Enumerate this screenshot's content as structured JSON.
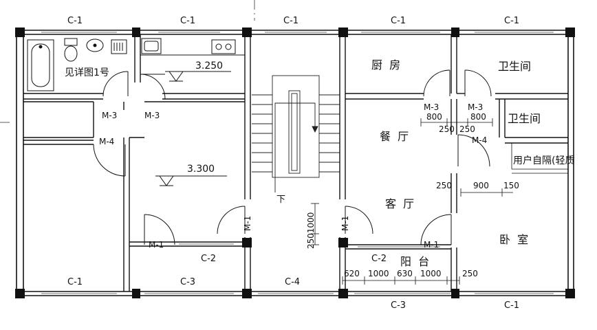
{
  "windows": {
    "top": [
      "C-1",
      "C-1",
      "C-1",
      "C-1",
      "C-1"
    ],
    "bottom": [
      "C-1",
      "C-3",
      "C-4",
      "C-3",
      "C-1"
    ],
    "inner": [
      "C-2",
      "C-2"
    ]
  },
  "doors": {
    "m3": [
      "M-3",
      "M-3",
      "M-3",
      "M-3"
    ],
    "m4": [
      "M-4",
      "M-4"
    ],
    "m1_side": [
      "M-1",
      "M-1"
    ],
    "m1": [
      "M-1",
      "M-1"
    ]
  },
  "rooms": {
    "kitchen": "厨  房",
    "bath1": "卫生间",
    "bath2": "卫生间",
    "dining": "餐  厅",
    "living": "客  厅",
    "bedroom": "卧  室",
    "balcony": "阳  台"
  },
  "notes": {
    "see_detail": "见详图1号",
    "partition": "用户自隔(轻质",
    "stair_down": "下"
  },
  "elevations": [
    "3.250",
    "3.300"
  ],
  "dimensions": {
    "d800a": "800",
    "d800b": "800",
    "d250a": "250",
    "d250b": "250",
    "d250c": "250",
    "d900": "900",
    "d150": "150",
    "d250d": "250",
    "vert": "2501000",
    "bottom_run": [
      "620",
      "1000",
      "630",
      "1000"
    ]
  }
}
